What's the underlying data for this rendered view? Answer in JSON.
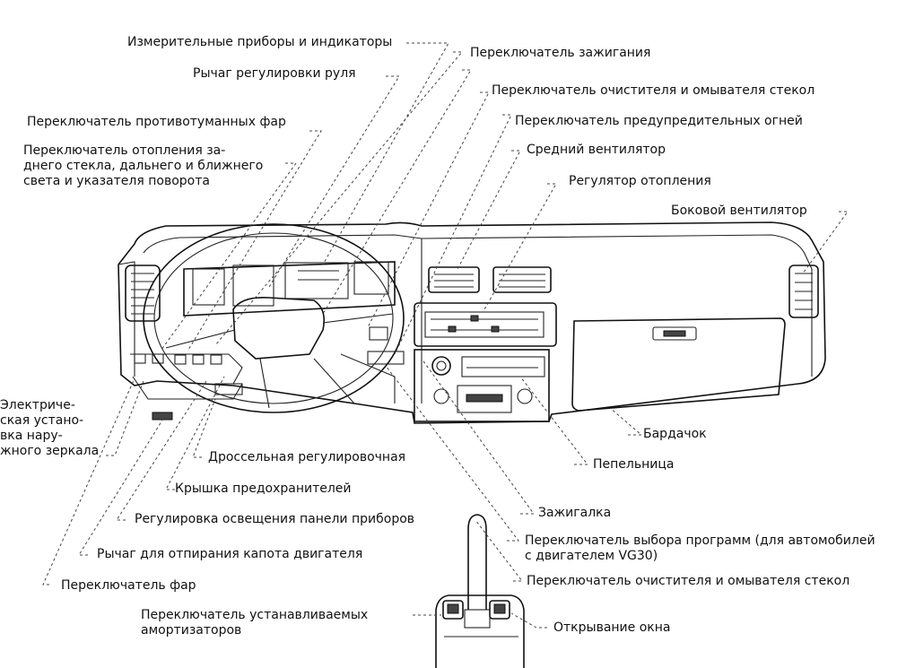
{
  "labels": {
    "instruments": "Измерительные приборы и индикаторы",
    "steering_lever": "Рычаг регулировки руля",
    "ignition": "Переключатель зажигания",
    "wiper_top": "Переключатель очистителя и омывателя стекол",
    "hazard": "Переключатель предупредительных огней",
    "fog": "Переключатель противотуманных фар",
    "center_vent": "Средний вентилятор",
    "heater_switch": "Переключатель отопления за-\nднего стекла, дальнего и ближнего\nсвета и указателя поворота",
    "heater_control": "Регулятор отопления",
    "side_vent": "Боковой вентилятор",
    "mirror": "Электриче-\nская устано-\nвка нару-\nжного зеркала",
    "glovebox": "Бардачок",
    "throttle": "Дроссельная регулировочная",
    "ashtray": "Пепельница",
    "fuse_cover": "Крышка предохранителей",
    "lighter": "Зажигалка",
    "panel_light": "Регулировка освещения панели приборов",
    "program": "Переключатель выбора программ (для автомобилей\nс двигателем VG30)",
    "hood": "Рычаг для отпирания капота двигателя",
    "wiper_bottom": "Переключатель очистителя и омывателя стекол",
    "headlights": "Переключатель фар",
    "shock": "Переключатель устанавливаемых\nамортизаторов",
    "window": "Открывание окна"
  }
}
